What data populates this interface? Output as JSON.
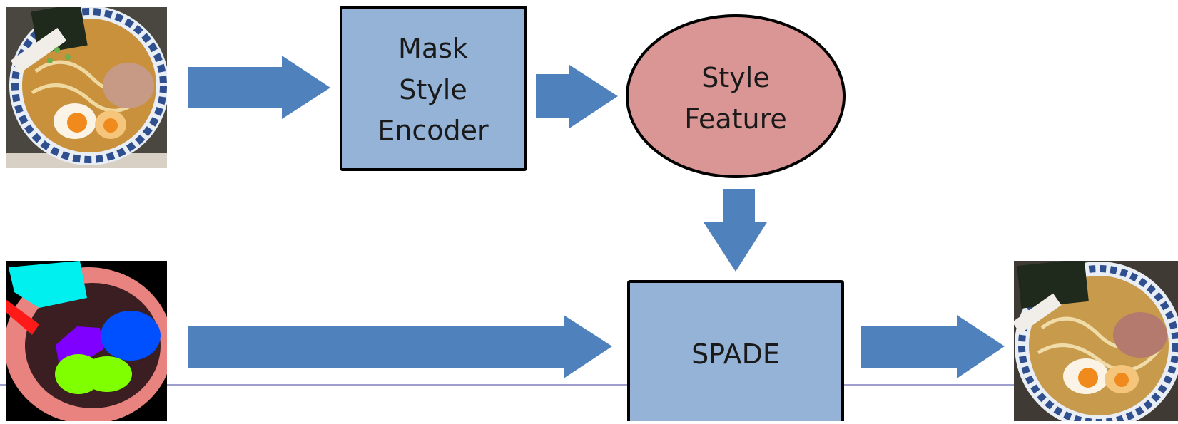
{
  "nodes": {
    "encoder": {
      "lines": [
        "Mask",
        "Style",
        "Encoder"
      ]
    },
    "style_feature": {
      "lines": [
        "Style",
        "Feature"
      ]
    },
    "spade": {
      "label": "SPADE"
    }
  },
  "colors": {
    "arrow": "#4f81bd",
    "box_fill": "#95b3d7",
    "ellipse_fill": "#d99694",
    "outline": "#000000",
    "rule_line": "#7f7fbf"
  },
  "images": {
    "style_image": "ramen-photo-input",
    "segmentation_mask": "ramen-segmentation-mask",
    "output_image": "ramen-photo-output"
  }
}
